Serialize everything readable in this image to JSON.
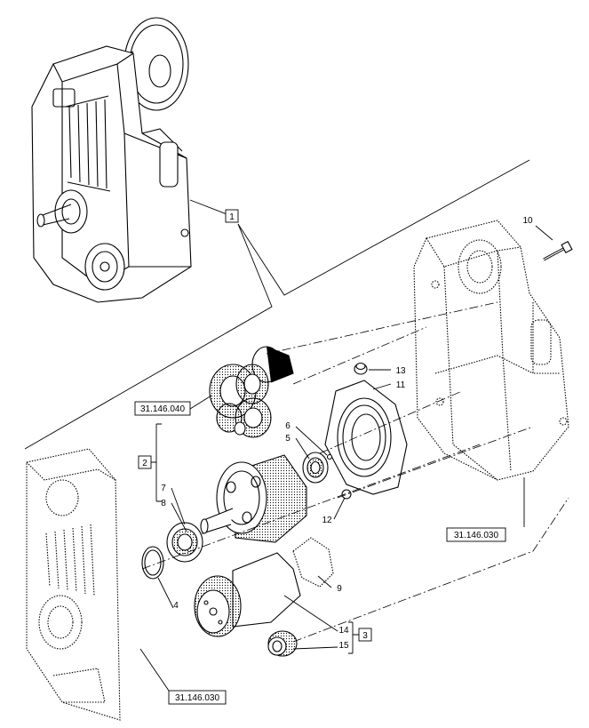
{
  "callouts": {
    "c1": "1",
    "c2": "2",
    "c3": "3",
    "c4": "4",
    "c5": "5",
    "c6": "6",
    "c7": "7",
    "c8": "8",
    "c9": "9",
    "c10": "10",
    "c11": "11",
    "c12": "12",
    "c13": "13",
    "c14": "14",
    "c15": "15"
  },
  "references": {
    "ref_top": "31.146.040",
    "ref_right": "31.146.030",
    "ref_bottom": "31.146.030"
  }
}
